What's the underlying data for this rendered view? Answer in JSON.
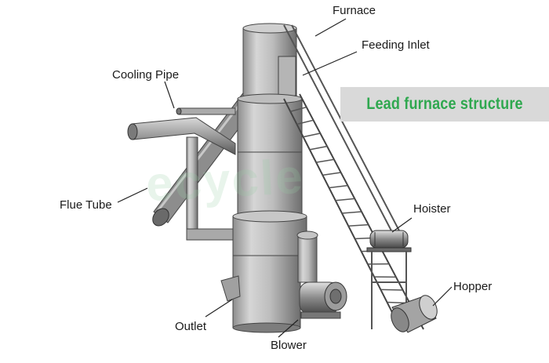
{
  "diagram": {
    "banner_text": "Lead furnace structure",
    "watermark_text": "ecycle",
    "accent_color": "#2fa84f",
    "labels": {
      "furnace": "Furnace",
      "feeding_inlet": "Feeding Inlet",
      "cooling_pipe": "Cooling Pipe",
      "flue_tube": "Flue Tube",
      "hoister": "Hoister",
      "hopper": "Hopper",
      "outlet": "Outlet",
      "blower": "Blower"
    }
  }
}
